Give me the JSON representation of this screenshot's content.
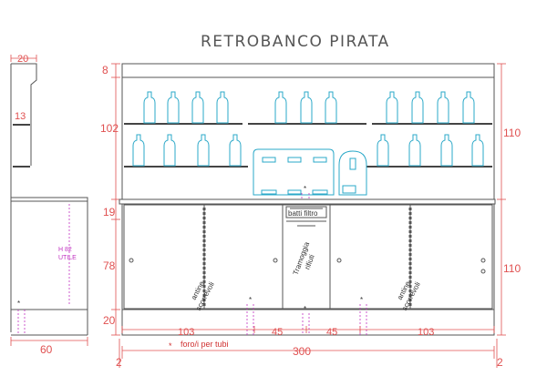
{
  "title": "RETROBANCO PIRATA",
  "side_view": {
    "top_width": "20",
    "shelf_gap": "13",
    "depth": "60",
    "height_label": "H 82",
    "height_sub": "UTILE"
  },
  "front_view": {
    "vertical_dims_left": [
      "8",
      "102",
      "19",
      "78",
      "20"
    ],
    "vertical_dims_right": [
      "110",
      "110"
    ],
    "bottom_dims": [
      "103",
      "45",
      "45",
      "103"
    ],
    "overall_width": "300",
    "edge_left": "2",
    "edge_right": "2",
    "door_label_line1": "antine",
    "door_label_line2": "scorrevoli",
    "filter_label": "batti filtro",
    "bin_label_line1": "Tramoggia",
    "bin_label_line2": "rifiuti",
    "legend_symbol": "*",
    "legend_text": "foro/i per tubi"
  },
  "colors": {
    "dimension": "#e05050",
    "equipment": "#2aa8c8",
    "outline": "#555555",
    "height_annotation": "#c030c0"
  }
}
